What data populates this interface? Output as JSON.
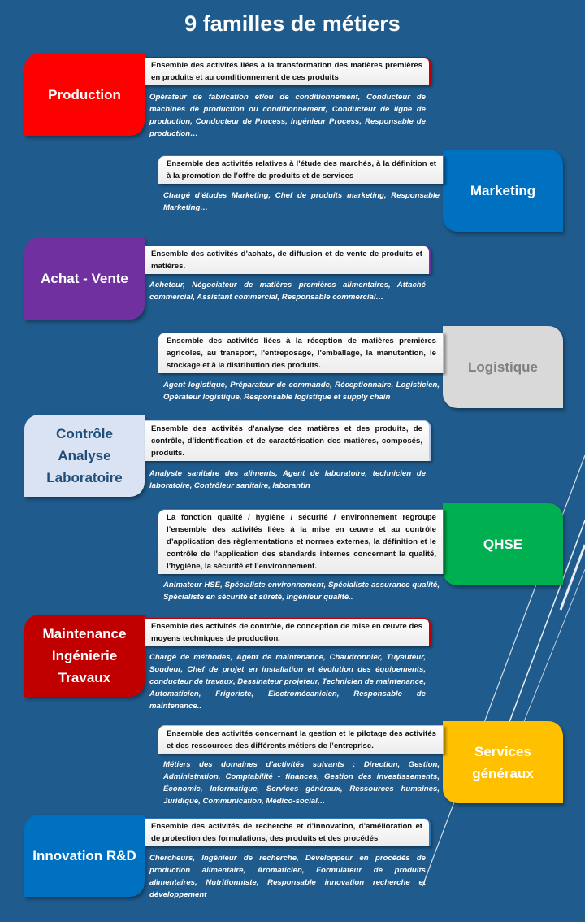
{
  "title": "9 familles de métiers",
  "families": [
    {
      "name": "Production",
      "side": "left",
      "color": "#ff0000",
      "text_color": "#ffffff",
      "border": "#c00000",
      "description": "Ensemble des activités liées à la transformation des matières premières en produits et au conditionnement de ces produits",
      "jobs": "Opérateur de fabrication et/ou de conditionnement,  Conducteur de machines de production ou conditionnement, Conducteur de ligne de production, Conducteur de Process, Ingénieur Process, Responsable de production…"
    },
    {
      "name": "Marketing",
      "side": "right",
      "color": "#0070c0",
      "text_color": "#ffffff",
      "border": "#2e75b6",
      "description": "Ensemble des activités relatives à l’étude des marchés, à la définition et à la promotion de l’offre de produits et de services",
      "jobs": "Chargé d’études Marketing, Chef de produits marketing, Responsable Marketing…"
    },
    {
      "name": "Achat - Vente",
      "side": "left",
      "color": "#7030a0",
      "text_color": "#ffffff",
      "border": "#7030a0",
      "description": "Ensemble des activités d’achats, de diffusion et de vente de produits et matières.",
      "jobs": "Acheteur, Négociateur de matières premières alimentaires, Attaché commercial, Assistant commercial, Responsable commercial…"
    },
    {
      "name": "Logistique",
      "side": "right",
      "color": "#d9d9d9",
      "text_color": "#7f7f7f",
      "border": "#bfbfbf",
      "description": "Ensemble des activités liées à la réception de matières premières agricoles, au transport, l'entreposage, l'emballage, la manutention, le stockage et à la distribution des produits.",
      "jobs": "Agent logistique, Préparateur de commande, Réceptionnaire, Logisticien, Opérateur logistique, Responsable logistique et supply chain"
    },
    {
      "name": "Contrôle Analyse Laboratoire",
      "side": "left",
      "color": "#dae3f3",
      "text_color": "#1f4e79",
      "border": "#b4c7e7",
      "description": "Ensemble des activités d’analyse des matières et des produits, de contrôle, d’identification et de caractérisation des matières, composés, produits.",
      "jobs": "Analyste sanitaire des aliments, Agent de laboratoire, technicien de laboratoire, Contrôleur sanitaire, laborantin"
    },
    {
      "name": "QHSE",
      "side": "right",
      "color": "#00b050",
      "text_color": "#ffffff",
      "border": "#00b050",
      "description": "La fonction qualité / hygiène / sécurité / environnement regroupe l’ensemble des activités liées à la mise en œuvre et au contrôle d’application des règlementations et normes externes, la définition et le contrôle de l’application des standards internes concernant la qualité, l’hygiène, la sécurité et l’environnement.",
      "jobs": "Animateur HSE, Spécialiste environnement, Spécialiste assurance qualité, Spécialiste en sécurité et sûreté, Ingénieur qualité.."
    },
    {
      "name": "Maintenance Ingénierie Travaux",
      "side": "left",
      "color": "#c00000",
      "text_color": "#ffffff",
      "border": "#c00000",
      "description": "Ensemble des activités de contrôle, de conception de mise en œuvre des moyens techniques de production.",
      "jobs": "Chargé de méthodes, Agent de maintenance, Chaudronnier, Tuyauteur, Soudeur, Chef de projet en installation et évolution des équipements, conducteur de travaux, Dessinateur projeteur, Technicien de maintenance, Automaticien, Frigoriste, Electromécanicien, Responsable de maintenance.."
    },
    {
      "name": "Services généraux",
      "side": "right",
      "color": "#ffc000",
      "text_color": "#ffffff",
      "border": "#ffc000",
      "description": "Ensemble des activités concernant la gestion et le pilotage des activités et des ressources des différents métiers de l’entreprise.",
      "jobs": "Métiers des domaines d’activités suivants : Direction, Gestion, Administration, Comptabilité - finances, Gestion des investissements, Économie, Informatique, Services généraux, Ressources humaines, Juridique, Communication, Médico-social…"
    },
    {
      "name": "Innovation R&D",
      "side": "left",
      "color": "#0070c0",
      "text_color": "#ffffff",
      "border": "#2e75b6",
      "description": "Ensemble des activités de recherche et d’innovation, d’amélioration et de protection des formulations, des produits et des procédés",
      "jobs": "Chercheurs, Ingénieur de recherche, Développeur en procédés de production alimentaire, Aromaticien, Formulateur de produits alimentaires, Nutritionniste, Responsable innovation recherche et développement"
    }
  ]
}
